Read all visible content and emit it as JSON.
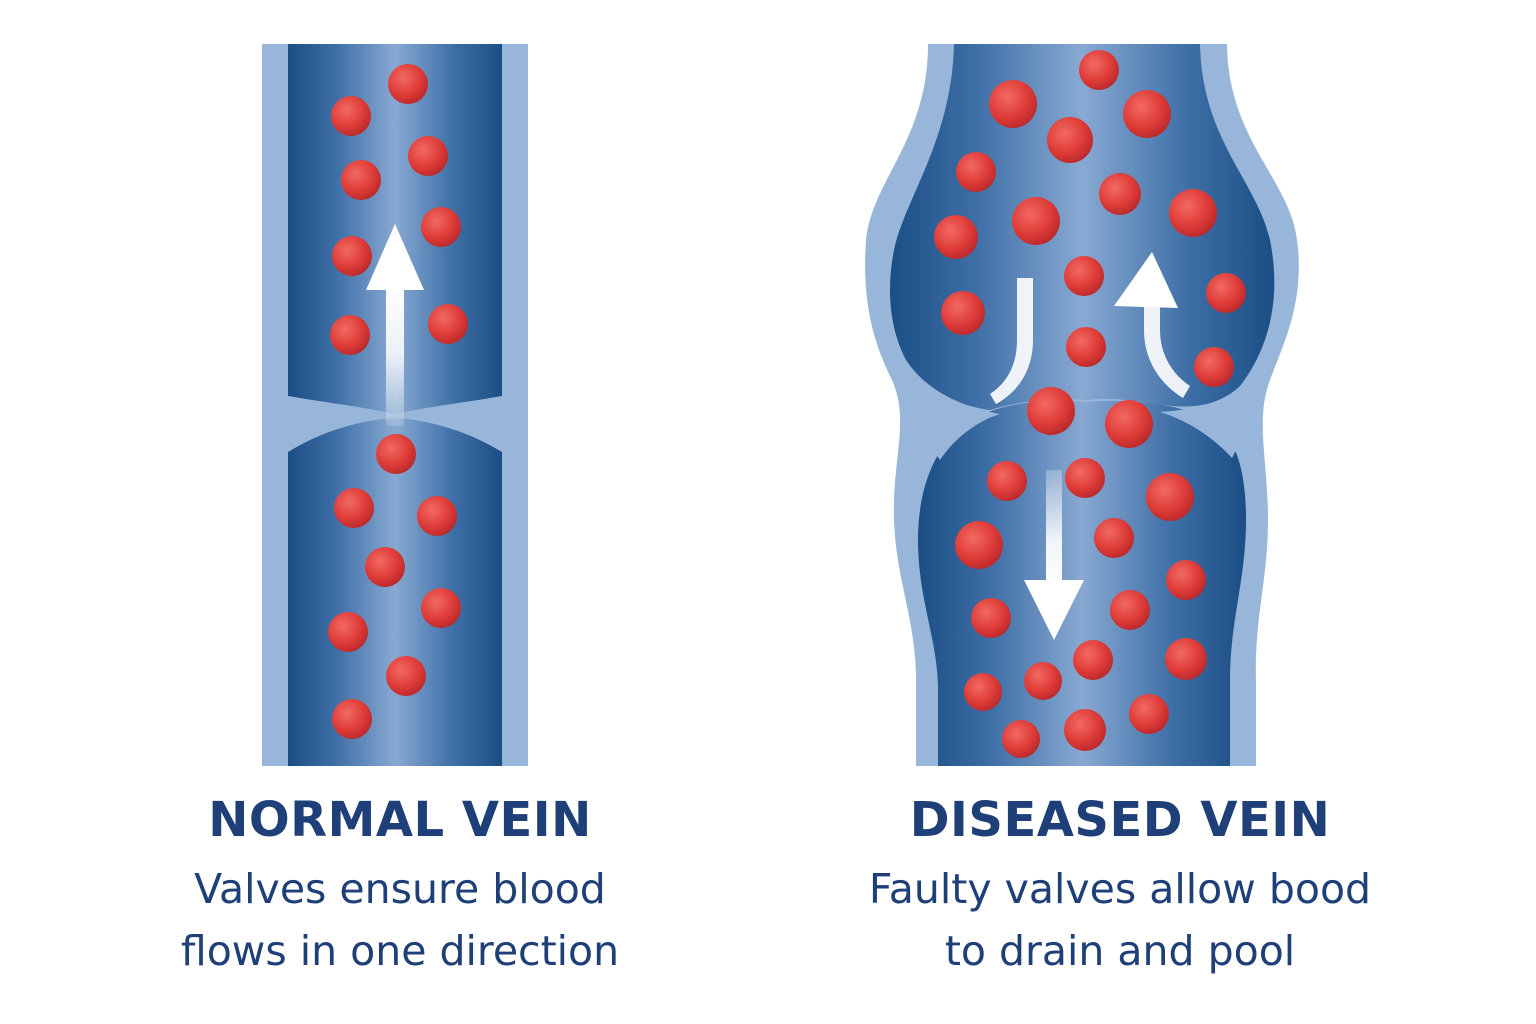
{
  "normal": {
    "title": "NORMAL VEIN",
    "description_lines": [
      "Valves ensure blood",
      "flows in one direction"
    ]
  },
  "diseased": {
    "title": "DISEASED VEIN",
    "description_lines": [
      "Faulty valves allow bood",
      "to drain and pool"
    ]
  },
  "colors": {
    "vein_wall": "#97b6d9",
    "vein_lumen_dark": "#1f5288",
    "vein_lumen_light": "#88a9d2",
    "blood_cell": "#e0403c",
    "arrow": "#ffffff",
    "text": "#1f3f78"
  },
  "icons": [
    "arrow-up-icon",
    "arrow-down-icon",
    "curved-arrow-icon",
    "red-blood-cell-icon"
  ]
}
